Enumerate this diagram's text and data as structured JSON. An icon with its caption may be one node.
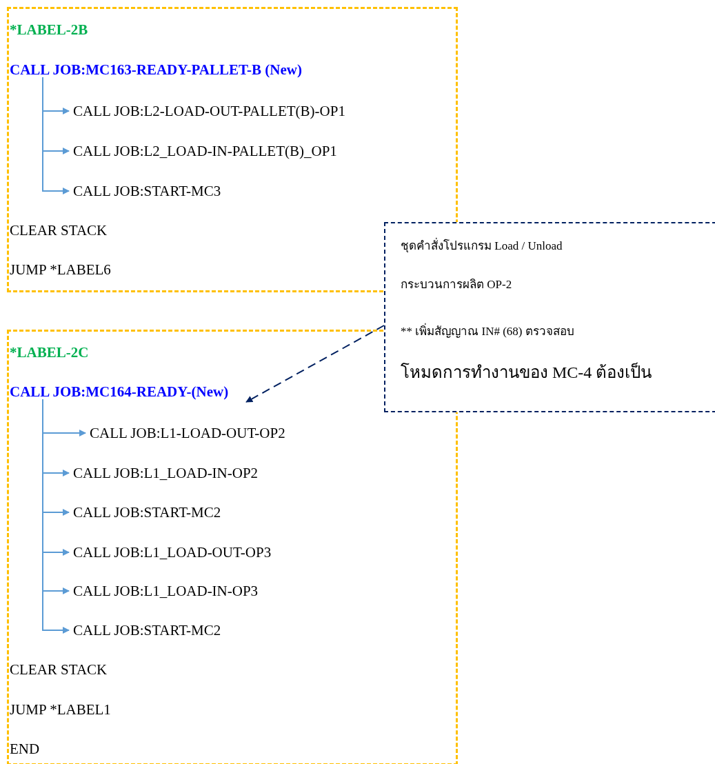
{
  "diagram": {
    "nodes": [
      {
        "text": [],
        "shape": "box"
      },
      {
        "text": [
          "*LABEL-2B"
        ],
        "in": 0
      },
      {
        "text": [
          "CALL JOB:MC163-READY-PALLET-B (New)"
        ],
        "in": 0
      },
      {
        "text": [
          "CALL JOB:L2-LOAD-OUT-PALLET(B)-OP1"
        ],
        "in": 0
      },
      {
        "text": [
          "CALL JOB:L2_LOAD-IN-PALLET(B)_OP1"
        ],
        "in": 0
      },
      {
        "text": [
          "CALL JOB:START-MC3"
        ],
        "in": 0
      },
      {
        "text": [
          "CLEAR STACK"
        ],
        "in": 0
      },
      {
        "text": [
          "JUMP *LABEL6"
        ],
        "in": 0
      },
      {
        "text": [],
        "shape": "box"
      },
      {
        "text": [
          "*LABEL-2C"
        ],
        "in": 8
      },
      {
        "text": [
          "CALL JOB:MC164-READY-(New)"
        ],
        "in": 8
      },
      {
        "text": [
          "CALL JOB:L1-LOAD-OUT-OP2"
        ],
        "in": 8
      },
      {
        "text": [
          "CALL JOB:L1_LOAD-IN-OP2"
        ],
        "in": 8
      },
      {
        "text": [
          "CALL JOB:START-MC2"
        ],
        "in": 8
      },
      {
        "text": [
          "CALL JOB:L1_LOAD-OUT-OP3"
        ],
        "in": 8
      },
      {
        "text": [
          "CALL JOB:L1_LOAD-IN-OP3"
        ],
        "in": 8
      },
      {
        "text": [
          "CALL JOB:START-MC2"
        ],
        "in": 8
      },
      {
        "text": [
          "CLEAR STACK"
        ],
        "in": 8
      },
      {
        "text": [
          "JUMP *LABEL1"
        ],
        "in": 8
      },
      {
        "text": [
          "END"
        ],
        "in": 8
      },
      {
        "text": [
          "ชุดคำสั่งโปรแกรม Load / Unload",
          "กระบวนการผลิต OP-2",
          "** เพิ่มสัญญาณ IN# (68) ตรวจสอบ",
          "โหมดการทำงานของ MC-4 ต้องเป็น"
        ]
      }
    ],
    "edges": [
      {
        "from": 2,
        "to": 3,
        "arrow": "to"
      },
      {
        "from": 2,
        "to": 4,
        "arrow": "to"
      },
      {
        "from": 2,
        "to": 5,
        "arrow": "to"
      },
      {
        "from": 10,
        "to": 11,
        "arrow": "to"
      },
      {
        "from": 10,
        "to": 12,
        "arrow": "to"
      },
      {
        "from": 10,
        "to": 13,
        "arrow": "to"
      },
      {
        "from": 10,
        "to": 14,
        "arrow": "to"
      },
      {
        "from": 10,
        "to": 15,
        "arrow": "to"
      },
      {
        "from": 10,
        "to": 16,
        "arrow": "to"
      },
      {
        "from": 20,
        "to": 10,
        "arrow": "to",
        "style": "dashed",
        "color": "#002060"
      }
    ]
  }
}
